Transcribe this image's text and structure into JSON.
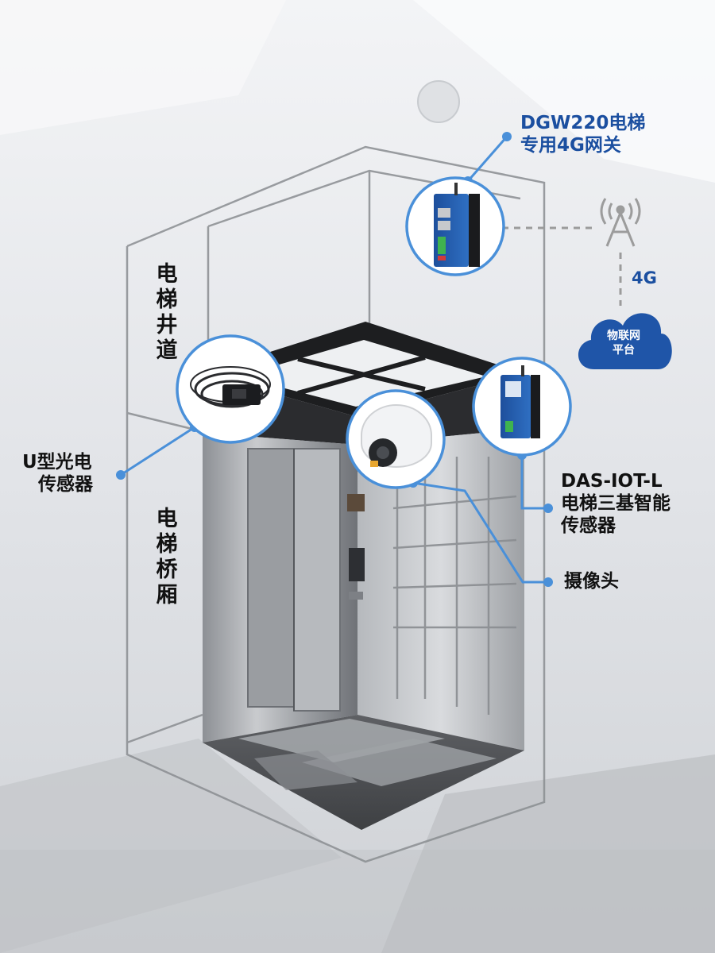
{
  "labels": {
    "gateway": [
      "DGW220电梯",
      "专用4G网关"
    ],
    "sensor_u": [
      "U型光电",
      "传感器"
    ],
    "das": [
      "DAS-IOT-L",
      "电梯三基智能",
      "传感器"
    ],
    "camera": "摄像头",
    "shaft": "电梯井道",
    "car": "电梯桥厢",
    "network": "4G",
    "cloud": [
      "物联网",
      "平台"
    ]
  },
  "colors": {
    "accent": "#4a90d9",
    "brand_blue": "#1b4fa0",
    "cloud": "#1f55a8",
    "dashed": "#9b9b9b"
  },
  "icons": [
    "tower-icon",
    "cloud-icon"
  ]
}
